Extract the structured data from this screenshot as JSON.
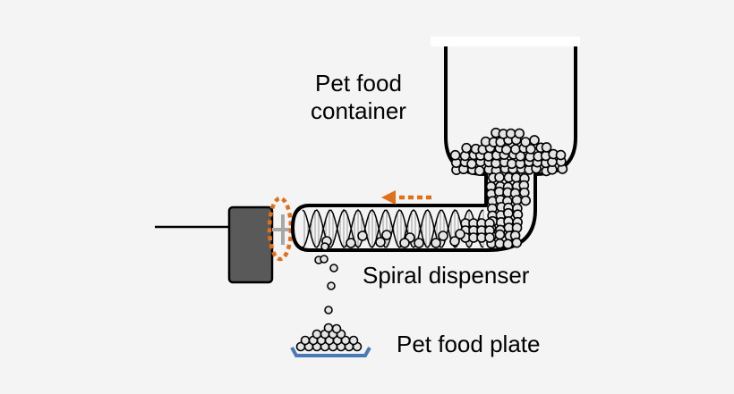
{
  "labels": {
    "container_line1": "Pet food",
    "container_line2": "container",
    "spiral": "Spiral dispenser",
    "plate": "Pet food plate"
  },
  "colors": {
    "background": "#f4f4f4",
    "motor": "#595959",
    "arrow": "#e0701a",
    "plate": "#4a7ab5",
    "shaft": "#a8a8a8",
    "pellet": "#e4e4e4"
  },
  "icons": [
    "motor-icon",
    "pet-food-container-icon",
    "spiral-dispenser-icon",
    "food-pellets-icon",
    "pet-food-plate-icon",
    "flow-direction-arrow-icon"
  ]
}
